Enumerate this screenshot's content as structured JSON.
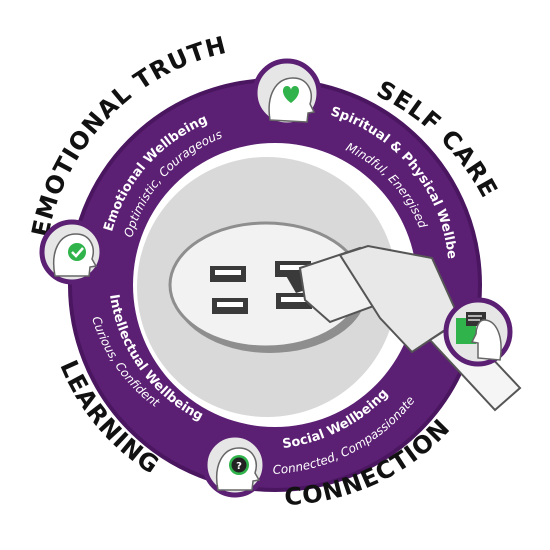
{
  "outer_labels": {
    "emotional_truth": "EMOTIONAL TRUTH",
    "self_care": "SELF CARE",
    "learning": "LEARNING",
    "connection": "CONNECTION"
  },
  "segments": {
    "emotional": {
      "title": "Emotional Wellbeing",
      "subtitle": "Optimistic, Courageous"
    },
    "spiritual": {
      "title": "Spiritual & Physical Wellbeing",
      "subtitle": "Mindful, Energised"
    },
    "intellectual": {
      "title": "Intellectual Wellbeing",
      "subtitle": "Curious, Confident"
    },
    "social": {
      "title": "Social Wellbeing",
      "subtitle": "Connected, Compassionate"
    }
  },
  "icons": {
    "top": "heart-head-icon",
    "left": "check-head-icon",
    "right": "chat-head-icon",
    "bottom": "question-head-icon"
  },
  "colors": {
    "ring": "#5b1f73",
    "ring_edge": "#4a1660",
    "accent_green": "#2fb34a",
    "plate": "#d9d9d9",
    "outlet": "#f2f2f2"
  }
}
